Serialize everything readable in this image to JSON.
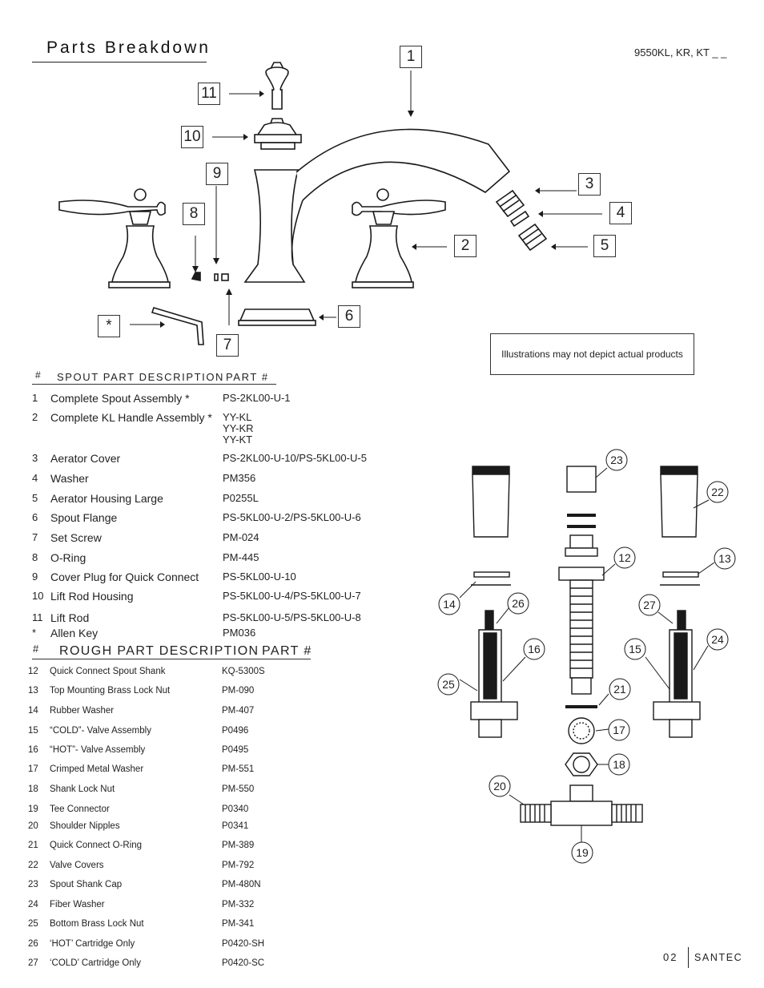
{
  "header": {
    "title": "Parts Breakdown",
    "model": "9550KL, KR, KT _ _"
  },
  "callouts": {
    "c1": "1",
    "c2": "2",
    "c3": "3",
    "c4": "4",
    "c5": "5",
    "c6": "6",
    "c7": "7",
    "c8": "8",
    "c9": "9",
    "c10": "10",
    "c11": "11",
    "cstar": "*"
  },
  "note": "Illustrations may not depict actual products",
  "spout_table": {
    "hash": "#",
    "desc_header": "SPOUT PART DESCRIPTION",
    "part_header": "PART #",
    "rows": [
      {
        "num": "1",
        "desc": "Complete Spout Assembly *",
        "part": [
          "PS-2KL00-U-1"
        ]
      },
      {
        "num": "2",
        "desc": "Complete KL Handle Assembly *",
        "part": [
          "YY-KL",
          "YY-KR",
          "YY-KT"
        ]
      },
      {
        "num": "3",
        "desc": "Aerator Cover",
        "part": [
          "PS-2KL00-U-10/PS-5KL00-U-5"
        ]
      },
      {
        "num": "4",
        "desc": "Washer",
        "part": [
          "PM356"
        ]
      },
      {
        "num": "5",
        "desc": "Aerator Housing Large",
        "part": [
          "P0255L"
        ]
      },
      {
        "num": "6",
        "desc": "Spout Flange",
        "part": [
          "PS-5KL00-U-2/PS-5KL00-U-6"
        ]
      },
      {
        "num": "7",
        "desc": "Set Screw",
        "part": [
          "PM-024"
        ]
      },
      {
        "num": "8",
        "desc": "O-Ring",
        "part": [
          "PM-445"
        ]
      },
      {
        "num": "9",
        "desc": "Cover Plug for Quick Connect",
        "part": [
          "PS-5KL00-U-10"
        ]
      },
      {
        "num": "10",
        "desc": "Lift Rod Housing",
        "part": [
          "PS-5KL00-U-4/PS-5KL00-U-7"
        ]
      },
      {
        "num": "11",
        "desc": "Lift Rod",
        "part": [
          "PS-5KL00-U-5/PS-5KL00-U-8"
        ]
      },
      {
        "num": "*",
        "desc": "Allen Key",
        "part": [
          "PM036"
        ]
      }
    ]
  },
  "rough_table": {
    "hash": "#",
    "desc_header": "ROUGH PART DESCRIPTION",
    "part_header": "PART #",
    "rows": [
      {
        "num": "12",
        "desc": "Quick Connect Spout Shank",
        "part": "KQ-5300S"
      },
      {
        "num": "13",
        "desc": "Top Mounting Brass Lock Nut",
        "part": "PM-090"
      },
      {
        "num": "14",
        "desc": "Rubber Washer",
        "part": "PM-407"
      },
      {
        "num": "15",
        "desc": "“COLD”- Valve Assembly",
        "part": "P0496"
      },
      {
        "num": "16",
        "desc": "“HOT”- Valve Assembly",
        "part": "P0495"
      },
      {
        "num": "17",
        "desc": "Crimped Metal Washer",
        "part": "PM-551"
      },
      {
        "num": "18",
        "desc": "Shank Lock Nut",
        "part": "PM-550"
      },
      {
        "num": "19",
        "desc": "Tee Connector",
        "part": "P0340"
      },
      {
        "num": "20",
        "desc": "Shoulder Nipples",
        "part": "P0341"
      },
      {
        "num": "21",
        "desc": "Quick Connect O-Ring",
        "part": "PM-389"
      },
      {
        "num": "22",
        "desc": "Valve Covers",
        "part": "PM-792"
      },
      {
        "num": "23",
        "desc": "Spout Shank Cap",
        "part": "PM-480N"
      },
      {
        "num": "24",
        "desc": "Fiber Washer",
        "part": "PM-332"
      },
      {
        "num": "25",
        "desc": "Bottom Brass Lock Nut",
        "part": "PM-341"
      },
      {
        "num": "26",
        "desc": "‘HOT’ Cartridge Only",
        "part": "P0420-SH"
      },
      {
        "num": "27",
        "desc": "‘COLD’ Cartridge Only",
        "part": "P0420-SC"
      }
    ]
  },
  "rough_callouts": {
    "r12": "12",
    "r13": "13",
    "r14": "14",
    "r15": "15",
    "r16": "16",
    "r17": "17",
    "r18": "18",
    "r19": "19",
    "r20": "20",
    "r21": "21",
    "r22": "22",
    "r23": "23",
    "r24": "24",
    "r25": "25",
    "r26": "26",
    "r27": "27"
  },
  "footer": {
    "page": "02",
    "brand": "SANTEC"
  }
}
